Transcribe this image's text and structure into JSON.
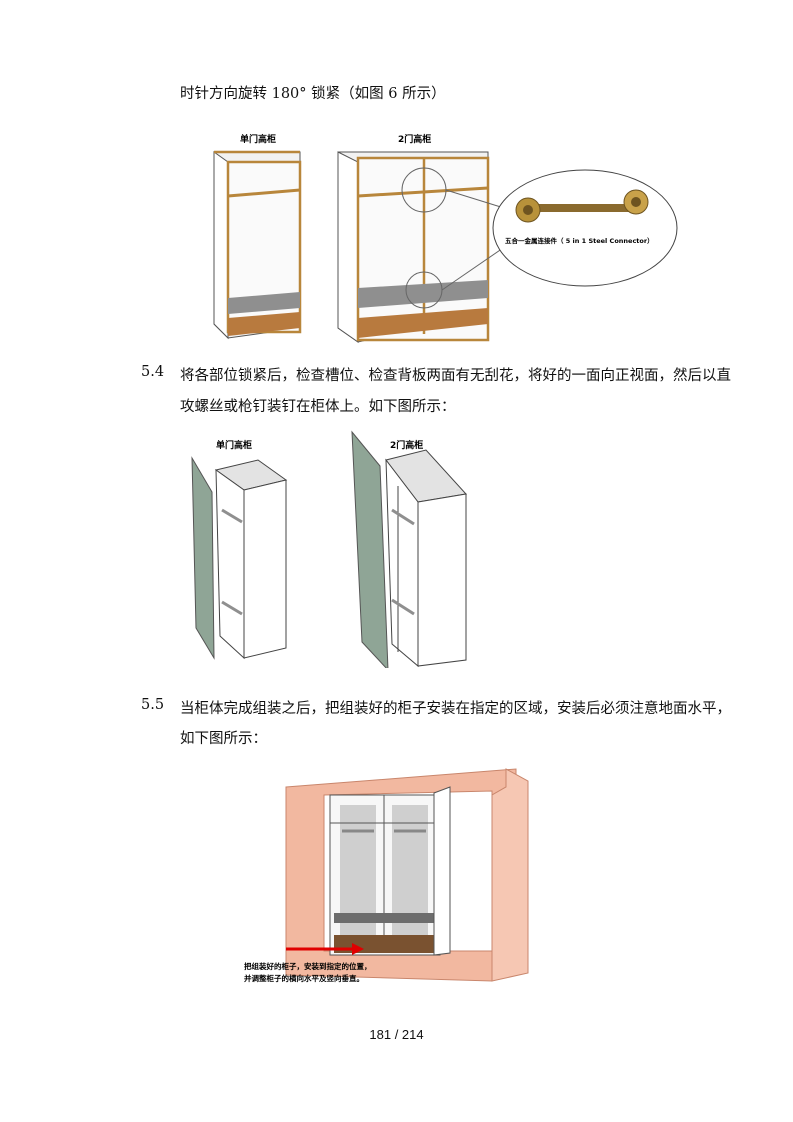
{
  "top_line": "时针方向旋转 180° 锁紧（如图 6 所示）",
  "figure1": {
    "label_single": "单门高柜",
    "label_double": "2门高柜",
    "callout": "五合一金属连接件（ 5 in 1 Steel Connector）"
  },
  "section_5_4": {
    "number": "5.4",
    "line1": "将各部位锁紧后，检查槽位、检查背板两面有无刮花，将好的一面向正视面，然后以直",
    "line2": "攻螺丝或枪钉装钉在柜体上。如下图所示："
  },
  "figure2": {
    "label_single": "单门高柜",
    "label_double": "2门高柜"
  },
  "section_5_5": {
    "number": "5.5",
    "line1": "当柜体完成组装之后，把组装好的柜子安装在指定的区域，安装后必须注意地面水平，",
    "line2": "如下图所示："
  },
  "figure3": {
    "note_line1": "把组装好的柜子，安装到指定的位置，",
    "note_line2": "并调整柜子的横向水平及竖向垂直。"
  },
  "page_number": "181 / 214",
  "colors": {
    "panel_edge": "#b8863b",
    "shelf": "#8f8f8f",
    "back_panel": "#8fa596",
    "wall": "#f2b8a0",
    "arrow": "#e00000"
  }
}
